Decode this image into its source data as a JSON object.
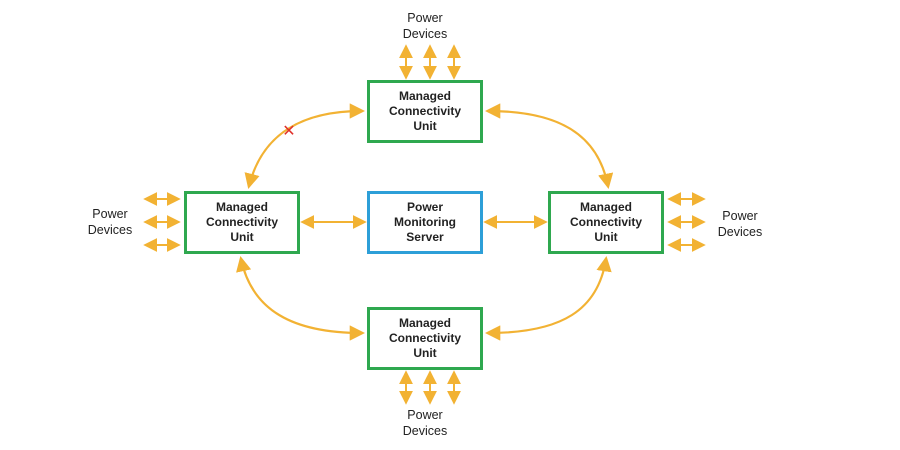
{
  "colors": {
    "unit_border": "#2fa84f",
    "server_border": "#2d9fd8",
    "arrow": "#f2b233",
    "fault_mark": "#e0302a"
  },
  "nodes": {
    "mcu_top": {
      "lines": [
        "Managed",
        "Connectivity",
        "Unit"
      ]
    },
    "mcu_left": {
      "lines": [
        "Managed",
        "Connectivity",
        "Unit"
      ]
    },
    "mcu_right": {
      "lines": [
        "Managed",
        "Connectivity",
        "Unit"
      ]
    },
    "mcu_bottom": {
      "lines": [
        "Managed",
        "Connectivity",
        "Unit"
      ]
    },
    "server": {
      "lines": [
        "Power",
        "Monitoring",
        "Server"
      ]
    }
  },
  "device_labels": {
    "top": [
      "Power",
      "Devices"
    ],
    "left": [
      "Power",
      "Devices"
    ],
    "right": [
      "Power",
      "Devices"
    ],
    "bottom": [
      "Power",
      "Devices"
    ]
  },
  "fault": {
    "glyph": "✕",
    "link": "top-left ring link"
  }
}
